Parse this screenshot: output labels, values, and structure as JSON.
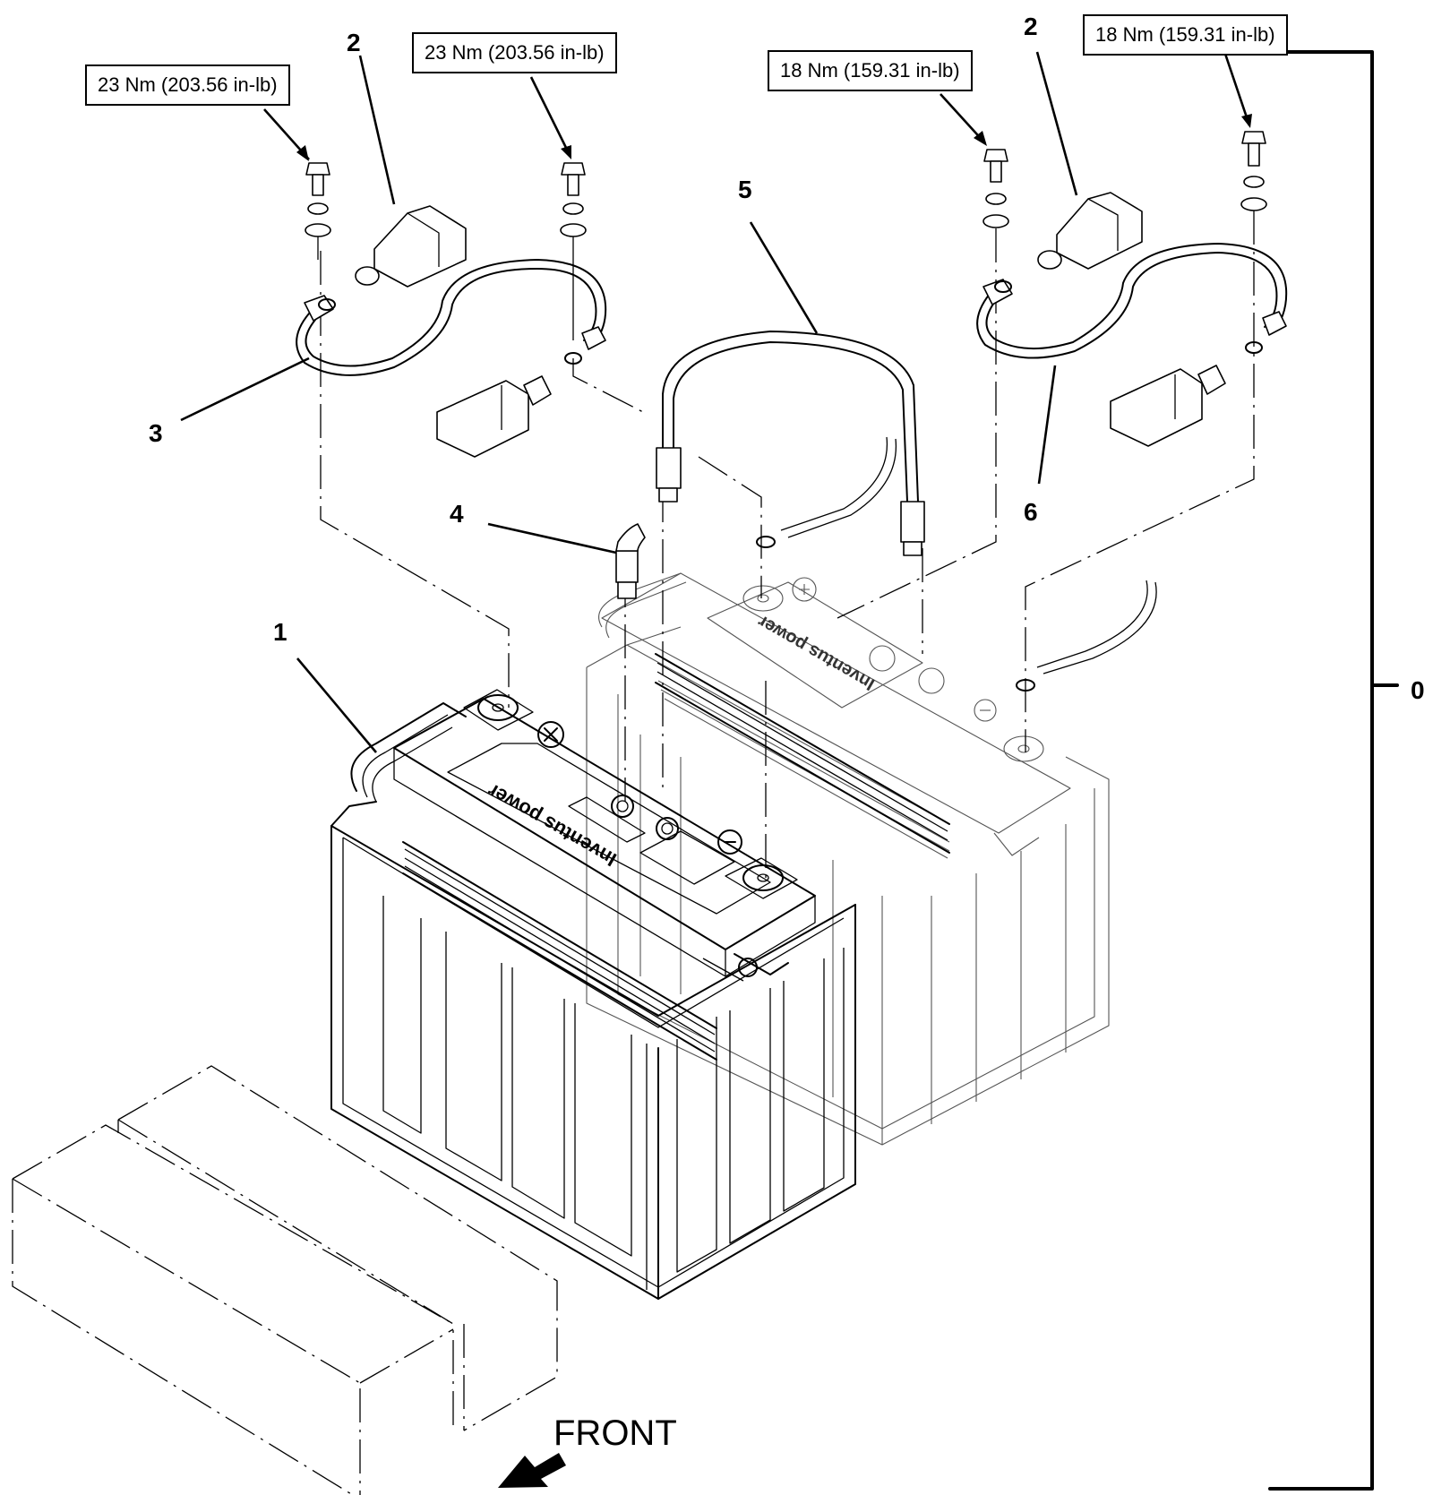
{
  "diagram": {
    "type": "exploded-parts-view",
    "subject": "Battery installation assembly",
    "torque_labels": [
      {
        "id": "torque-left-outer",
        "text": "23 Nm (203.56 in-lb)"
      },
      {
        "id": "torque-left-inner",
        "text": "23 Nm (203.56 in-lb)"
      },
      {
        "id": "torque-right-inner",
        "text": "18 Nm (159.31 in-lb)"
      },
      {
        "id": "torque-right-outer",
        "text": "18 Nm (159.31 in-lb)"
      }
    ],
    "callouts": [
      {
        "number": "0",
        "part": "battery-assembly-bracket"
      },
      {
        "number": "1",
        "part": "battery"
      },
      {
        "number": "2",
        "part": "terminal-cover-left"
      },
      {
        "number": "2",
        "part": "terminal-cover-right"
      },
      {
        "number": "3",
        "part": "battery-cable-left"
      },
      {
        "number": "4",
        "part": "elbow-fitting"
      },
      {
        "number": "5",
        "part": "vent-hose"
      },
      {
        "number": "6",
        "part": "battery-cable-right"
      }
    ],
    "battery_brand": "Inventus power",
    "orientation_label": "FRONT"
  }
}
